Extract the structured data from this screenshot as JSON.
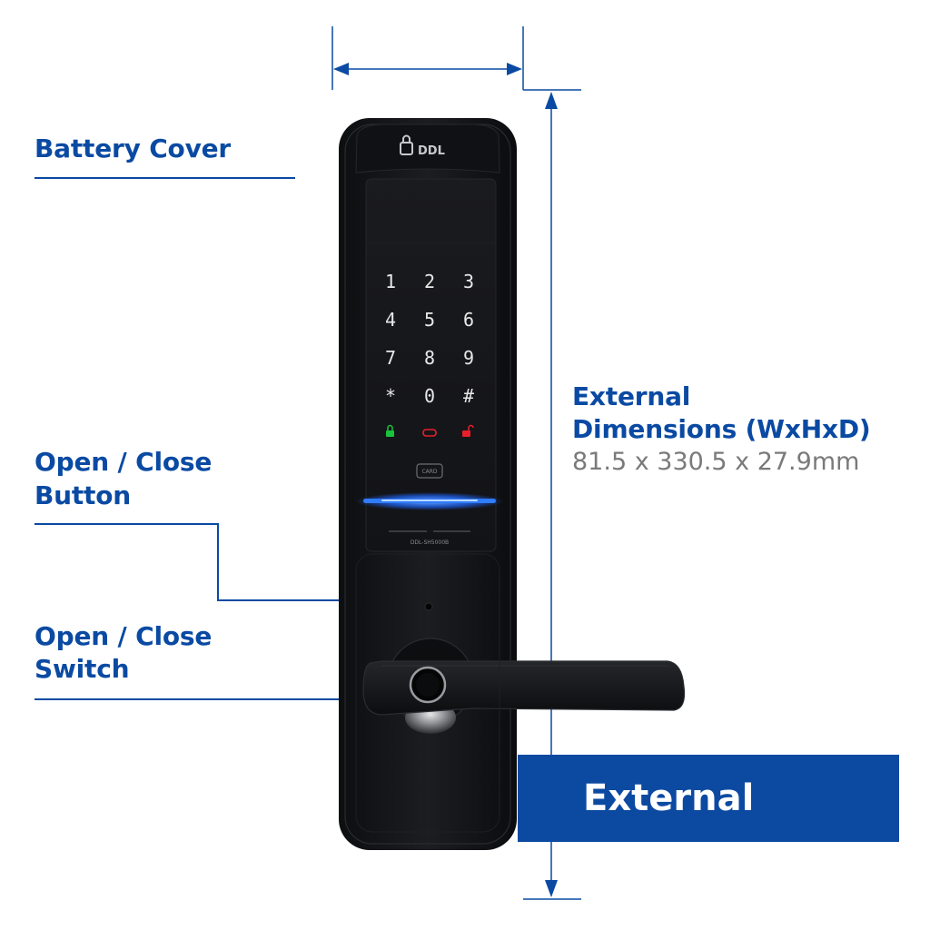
{
  "labels": {
    "battery_cover": "Battery Cover",
    "open_close_button_line1": "Open / Close",
    "open_close_button_line2": "Button",
    "open_close_switch_line1": "Open / Close",
    "open_close_switch_line2": "Switch",
    "external_dims_line1": "External",
    "external_dims_line2": "Dimensions (WxHxD)",
    "dimensions_value": "81.5 x 330.5 x 27.9mm",
    "external_badge": "External"
  },
  "product": {
    "brand": "DDL",
    "model": "DDL-SH5000B",
    "card_label": "CARD",
    "keypad": [
      "1",
      "2",
      "3",
      "4",
      "5",
      "6",
      "7",
      "8",
      "9",
      "*",
      "0",
      "#"
    ]
  },
  "colors": {
    "accent_blue": "#0a4aa3",
    "lock_body": "#141518",
    "key_glow": "#e8e8e8",
    "led_green": "#18c23a",
    "led_red": "#e8202c",
    "light_bar": "#2f7cff"
  }
}
